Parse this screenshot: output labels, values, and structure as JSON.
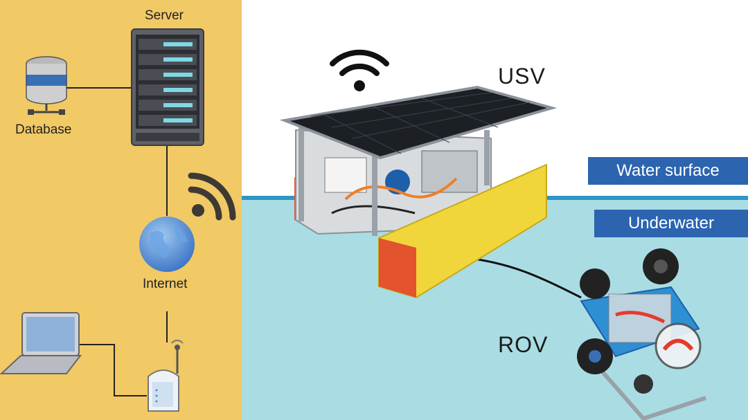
{
  "network": {
    "server_label": "Server",
    "database_label": "Database",
    "internet_label": "Internet"
  },
  "scene": {
    "usv_label": "USV",
    "rov_label": "ROV",
    "water_surface_label": "Water surface",
    "underwater_label": "Underwater"
  },
  "colors": {
    "left_panel": "#f1c965",
    "water": "#a9dde3",
    "water_line": "#2f95c4",
    "tag_blue": "#2c64b0",
    "float_yellow": "#f0d63a",
    "float_red": "#e2532e",
    "frame_blue": "#2e8fd2"
  }
}
